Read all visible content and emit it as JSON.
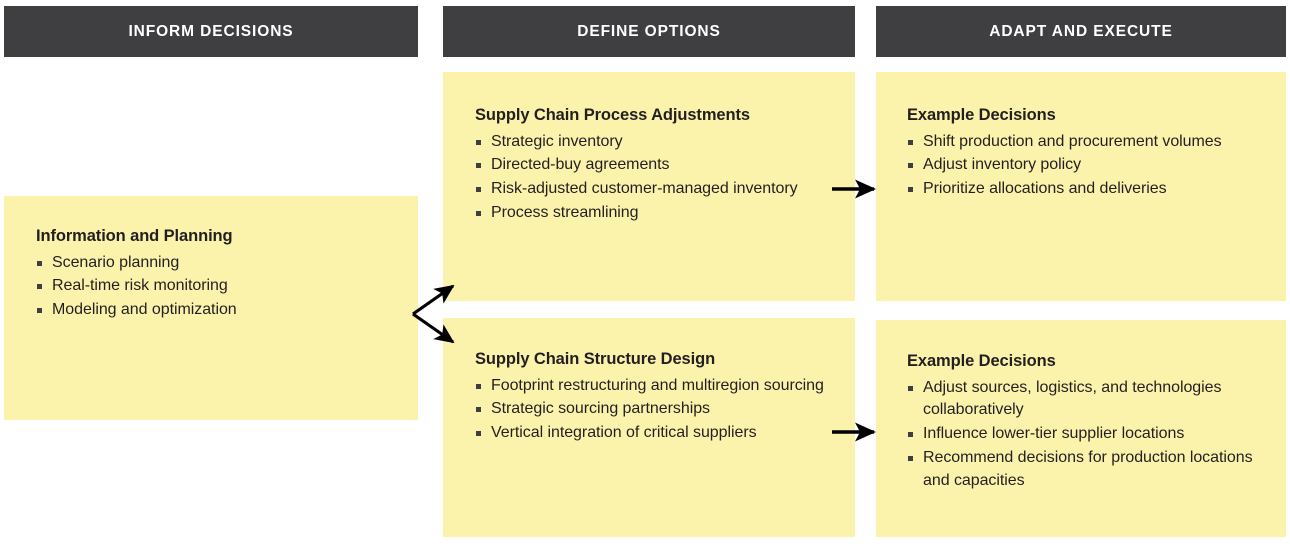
{
  "columns": [
    {
      "header": "INFORM DECISIONS"
    },
    {
      "header": "DEFINE OPTIONS"
    },
    {
      "header": "ADAPT AND EXECUTE"
    }
  ],
  "cards": {
    "information_planning": {
      "title": "Information and Planning",
      "bullets": [
        "Scenario planning",
        "Real-time risk monitoring",
        "Modeling and optimization"
      ]
    },
    "process_adjustments": {
      "title": "Supply Chain Process Adjustments",
      "bullets": [
        "Strategic inventory",
        "Directed-buy agreements",
        "Risk-adjusted customer-managed inventory",
        "Process streamlining"
      ]
    },
    "structure_design": {
      "title": "Supply Chain Structure Design",
      "bullets": [
        "Footprint restructuring and multiregion sourcing",
        "Strategic sourcing partnerships",
        "Vertical integration of critical suppliers"
      ]
    },
    "example_decisions_top": {
      "title": "Example Decisions",
      "bullets": [
        "Shift production and procurement volumes",
        "Adjust inventory policy",
        "Prioritize allocations and deliveries"
      ]
    },
    "example_decisions_bottom": {
      "title": "Example Decisions",
      "bullets": [
        "Adjust sources, logistics, and technologies collaboratively",
        "Influence lower-tier supplier locations",
        "Recommend decisions for production locations and capacities"
      ]
    }
  },
  "colors": {
    "header_background": "#3f3f42",
    "header_text": "#ffffff",
    "card_background": "#fbf3ab",
    "body_text": "#231f20",
    "arrow": "#000000",
    "page_background": "#ffffff"
  },
  "connectors": [
    {
      "name": "branching-arrow-to-options",
      "kind": "split-arrow"
    },
    {
      "name": "arrow-process-to-decisions",
      "kind": "straight-arrow"
    },
    {
      "name": "arrow-structure-to-decisions",
      "kind": "straight-arrow"
    }
  ]
}
